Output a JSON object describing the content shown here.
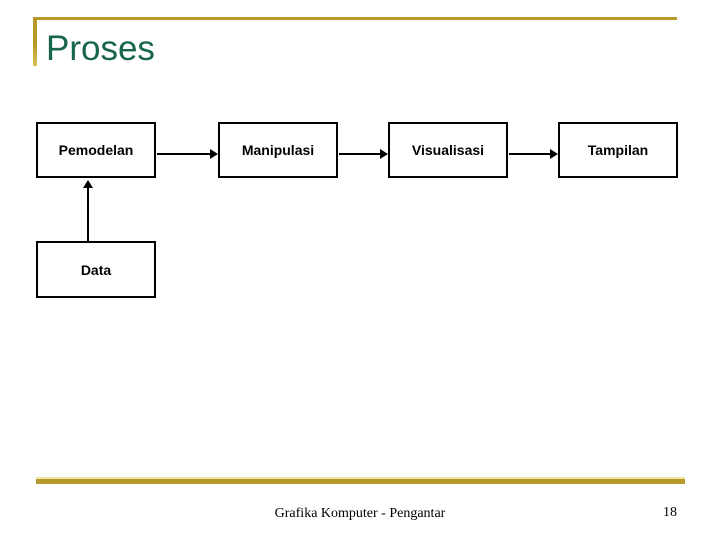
{
  "slide": {
    "title": "Proses",
    "footer": "Grafika Komputer - Pengantar",
    "page_number": "18",
    "colors": {
      "title_green": "#17654A",
      "accent_gold": "#B6992B",
      "accent_gold_light": "#EEE4A8",
      "box_border": "#000000",
      "background": "#ffffff"
    }
  },
  "diagram": {
    "process_boxes": [
      {
        "label": "Pemodelan"
      },
      {
        "label": "Manipulasi"
      },
      {
        "label": "Visualisasi"
      },
      {
        "label": "Tampilan"
      }
    ],
    "data_box": {
      "label": "Data"
    },
    "flow": "Pemodelan → Manipulasi → Visualisasi → Tampilan; Data → Pemodelan"
  }
}
